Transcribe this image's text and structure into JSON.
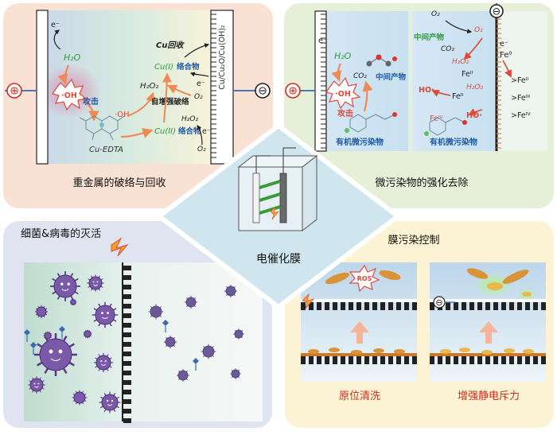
{
  "center": {
    "title": "电催化膜"
  },
  "panel_tl": {
    "title": "重金属的破络与回收",
    "labels": {
      "h2o": "H₂O",
      "oh_burst": "·OH",
      "attack": "攻击",
      "cu_edta": "Cu-EDTA",
      "cu_recovery": "Cu回收",
      "cu1": "Cu(I)",
      "complex1": "络合物",
      "h2o2": "H₂O₂",
      "self_enhance": "自增强破络",
      "oh_small": "·OH",
      "cu2": "Cu(II)",
      "complex2": "络合物",
      "h2o2_b": "H₂O₂",
      "o2": "O₂",
      "o2_b": "O₂",
      "cu_species": "Cu/Cu₂O/Cu(OH)₂",
      "electron": "e⁻",
      "plus": "⊕",
      "minus": "⊖"
    }
  },
  "panel_tr": {
    "title": "微污染物的强化去除",
    "labels": {
      "h2o": "H₂O",
      "oh_burst": "·OH",
      "attack": "攻击",
      "co2": "CO₂",
      "intermediate": "中间产物",
      "organic1": "有机微污染物",
      "intermediate2": "中间产物",
      "o2": "O₂",
      "o2_b": "O₂",
      "co2_b": "CO₂",
      "h2o2": "H₂O₂",
      "fe2": "Feᴵᴵ",
      "ho": "HO·",
      "h2o2_b": "H₂O₂",
      "fe2_b": "Feᴵᴵ",
      "fe4": "Feᴵⱽ",
      "ho_b": "HO·",
      "fe0": "Fe⁰",
      "fe2_r": ">Feᴵᴵ",
      "fe3_r": ">Feᴵᴵᴵ",
      "fe4_r": ">Feᴵⱽ",
      "organic2": "有机微污染物",
      "electron": "e⁻",
      "plus": "⊕",
      "minus": "⊖"
    }
  },
  "panel_bl": {
    "title": "细菌&病毒的灭活"
  },
  "panel_br": {
    "title": "膜污染控制",
    "ros": "ROS",
    "caption_left": "原位清洗",
    "caption_right": "增强静电斥力",
    "minus": "⊖"
  },
  "colors": {
    "tl_bg": "#f9e2d4",
    "tr_bg": "#e6f0d8",
    "bl_bg": "#e0e4f0",
    "br_bg": "#fbf3d4",
    "center": "#cfe6ee",
    "red_text": "#d42b1c",
    "green_text": "#2e9a3e",
    "blue_text": "#1f5aa8",
    "orange_arrow": "#ee8a52"
  }
}
